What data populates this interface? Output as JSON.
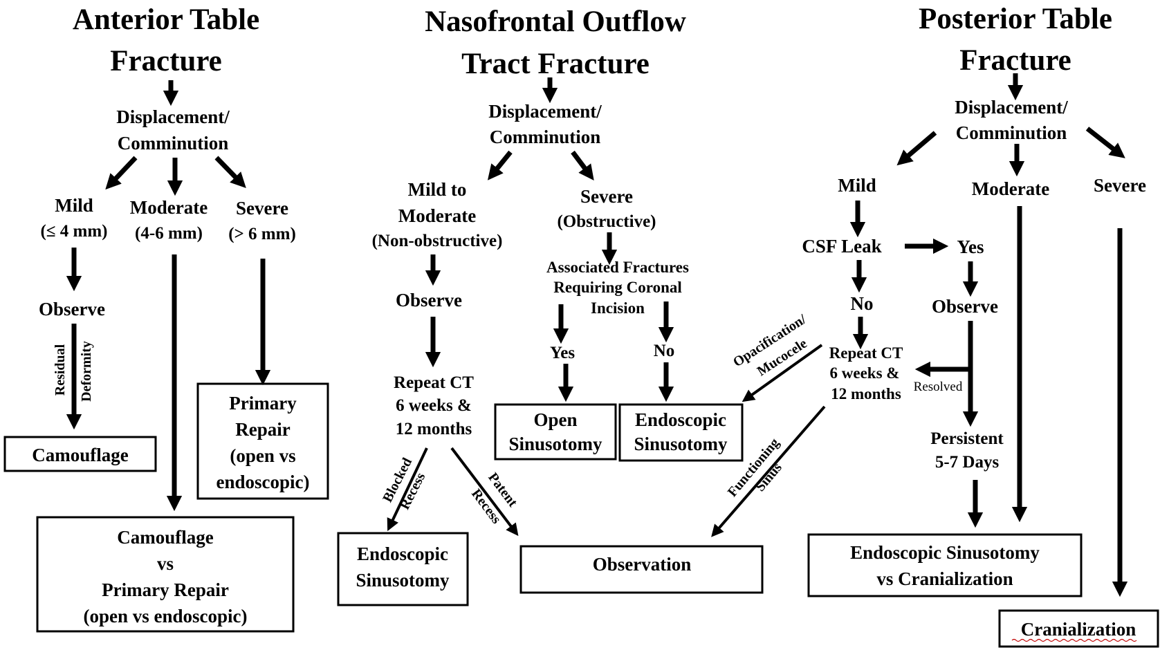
{
  "anterior": {
    "title_line1": "Anterior Table",
    "title_line2": "Fracture",
    "displacement_line1": "Displacement/",
    "displacement_line2": "Comminution",
    "mild": "Mild",
    "mild_range": "(≤ 4 mm)",
    "moderate": "Moderate",
    "moderate_range": "(4-6 mm)",
    "severe": "Severe",
    "severe_range": "(> 6 mm)",
    "observe": "Observe",
    "residual_label_line1": "Residual",
    "residual_label_line2": "Deformity",
    "camouflage": "Camouflage",
    "primary_repair_line1": "Primary",
    "primary_repair_line2": "Repair",
    "primary_repair_line3": "(open vs",
    "primary_repair_line4": "endoscopic)",
    "camo_vs_line1": "Camouflage",
    "camo_vs_line2": "vs",
    "camo_vs_line3": "Primary Repair",
    "camo_vs_line4": "(open vs endoscopic)"
  },
  "nasofrontal": {
    "title_line1": "Nasofrontal Outflow",
    "title_line2": "Tract Fracture",
    "displacement_line1": "Displacement/",
    "displacement_line2": "Comminution",
    "mild_line1": "Mild to",
    "mild_line2": "Moderate",
    "mild_line3": "(Non-obstructive)",
    "severe_line1": "Severe",
    "severe_line2": "(Obstructive)",
    "assoc_line1": "Associated Fractures",
    "assoc_line2": "Requiring Coronal",
    "assoc_line3": "Incision",
    "yes": "Yes",
    "no": "No",
    "observe": "Observe",
    "repeat_line1": "Repeat CT",
    "repeat_line2": "6 weeks &",
    "repeat_line3": "12 months",
    "open_line1": "Open",
    "open_line2": "Sinusotomy",
    "endo_line1": "Endoscopic",
    "endo_line2": "Sinusotomy",
    "blocked_line1": "Blocked",
    "blocked_line2": "Recess",
    "patent_line1": "Patent",
    "patent_line2": "Recess",
    "endo2_line1": "Endoscopic",
    "endo2_line2": "Sinusotomy",
    "observation": "Observation"
  },
  "posterior": {
    "title_line1": "Posterior Table",
    "title_line2": "Fracture",
    "displacement_line1": "Displacement/",
    "displacement_line2": "Comminution",
    "mild": "Mild",
    "moderate": "Moderate",
    "severe": "Severe",
    "csf": "CSF Leak",
    "yes": "Yes",
    "no": "No",
    "observe": "Observe",
    "repeat_line1": "Repeat CT",
    "repeat_line2": "6 weeks &",
    "repeat_line3": "12 months",
    "resolved": "Resolved",
    "persistent_line1": "Persistent",
    "persistent_line2": "5-7  Days",
    "opacification_line1": "Opacification/",
    "opacification_line2": "Mucocele",
    "functioning_line1": "Functioning",
    "functioning_line2": "Sinus",
    "endo_vs_line1": "Endoscopic Sinusotomy",
    "endo_vs_line2": "vs Cranialization",
    "cranialization": "Cranialization"
  }
}
